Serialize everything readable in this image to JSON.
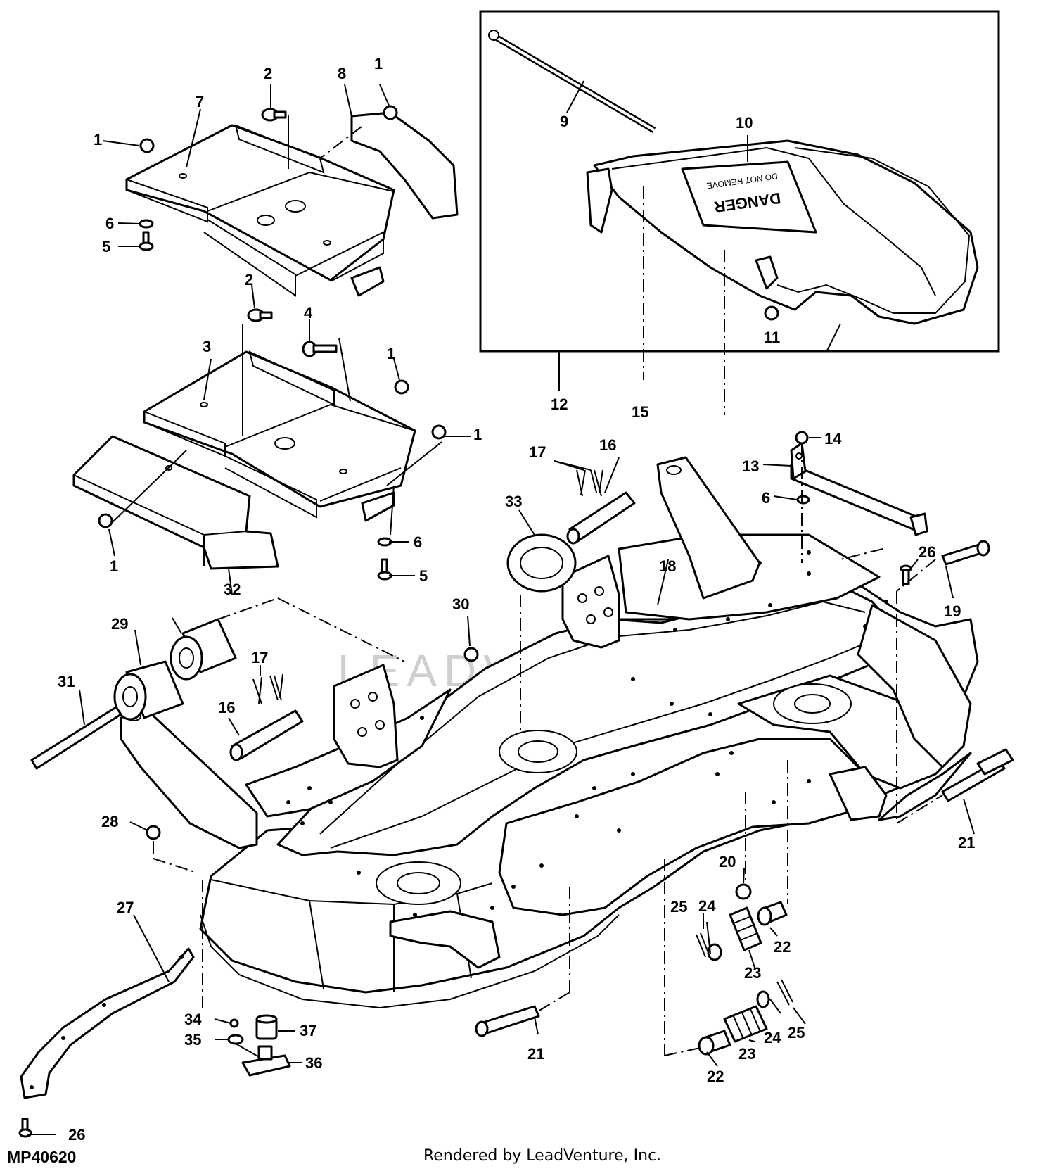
{
  "diagram": {
    "figure_id": "MP40620",
    "credit": "Rendered by LeadVenture, Inc.",
    "watermark": "LEADVENTURE",
    "inset_decal_text": "DANGER",
    "inset_decal_subtext": "DO NOT REMOVE",
    "callouts": [
      "1",
      "2",
      "3",
      "4",
      "5",
      "6",
      "7",
      "8",
      "9",
      "10",
      "11",
      "12",
      "13",
      "14",
      "15",
      "16",
      "17",
      "18",
      "19",
      "20",
      "21",
      "22",
      "23",
      "24",
      "25",
      "26",
      "27",
      "28",
      "29",
      "30",
      "31",
      "32",
      "33",
      "34",
      "35",
      "36",
      "37"
    ]
  }
}
